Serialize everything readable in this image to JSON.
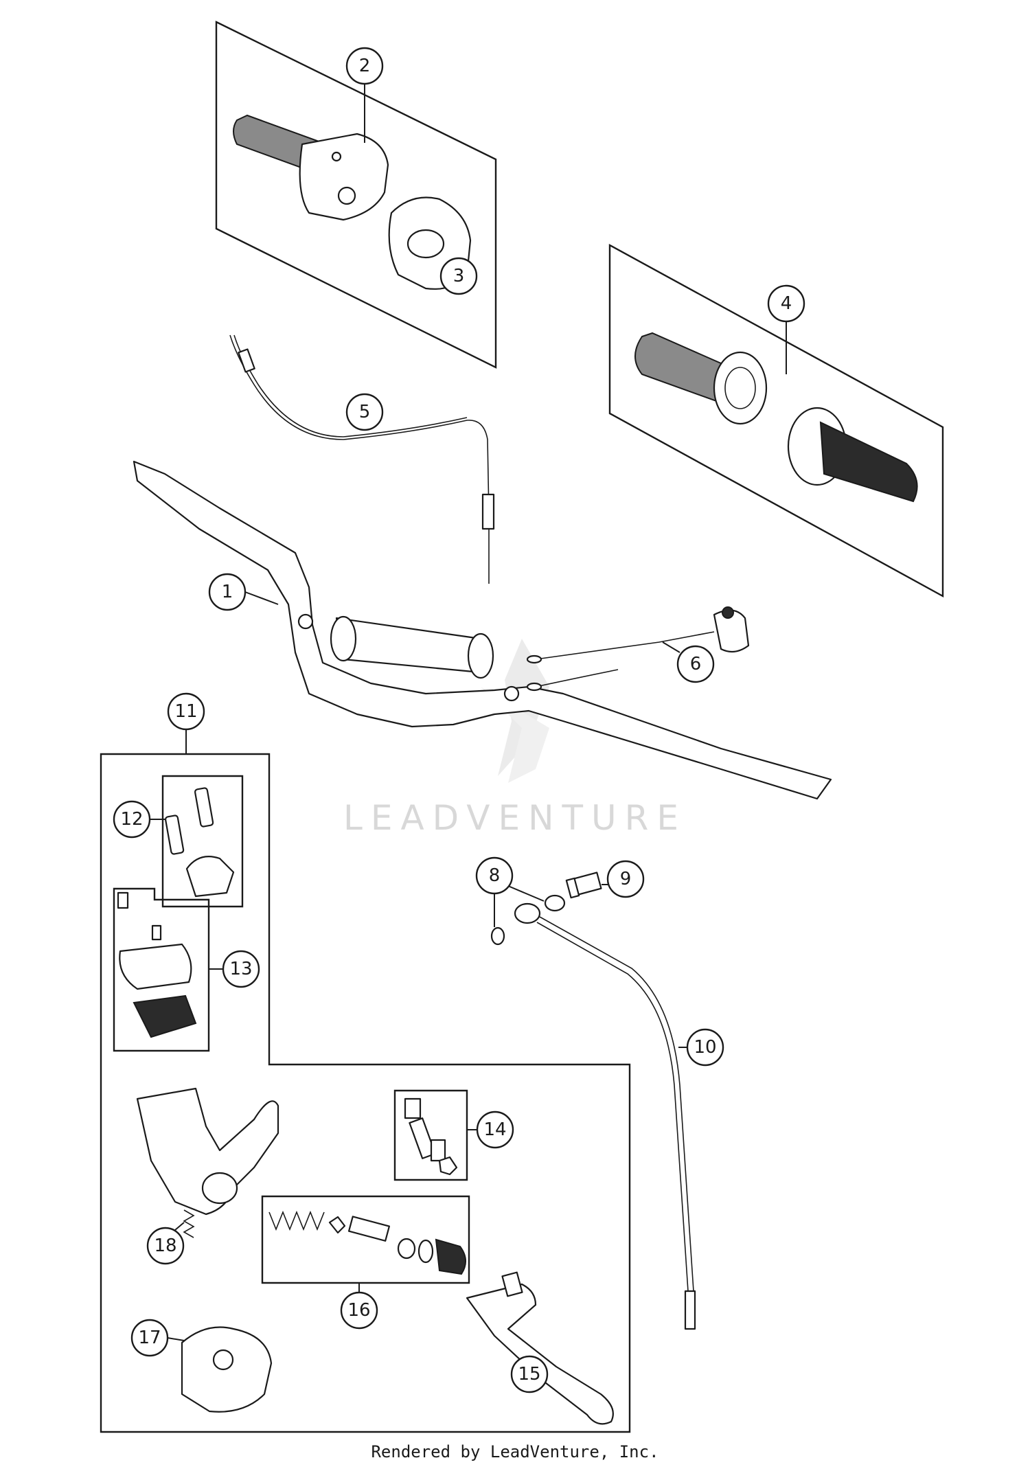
{
  "watermark": "LEADVENTURE",
  "credit": "Rendered by LeadVenture, Inc.",
  "callouts": {
    "c1": "1",
    "c2": "2",
    "c3": "3",
    "c4": "4",
    "c5": "5",
    "c6": "6",
    "c8": "8",
    "c9": "9",
    "c10": "10",
    "c11": "11",
    "c12": "12",
    "c13": "13",
    "c14": "14",
    "c15": "15",
    "c16": "16",
    "c17": "17",
    "c18": "18"
  }
}
